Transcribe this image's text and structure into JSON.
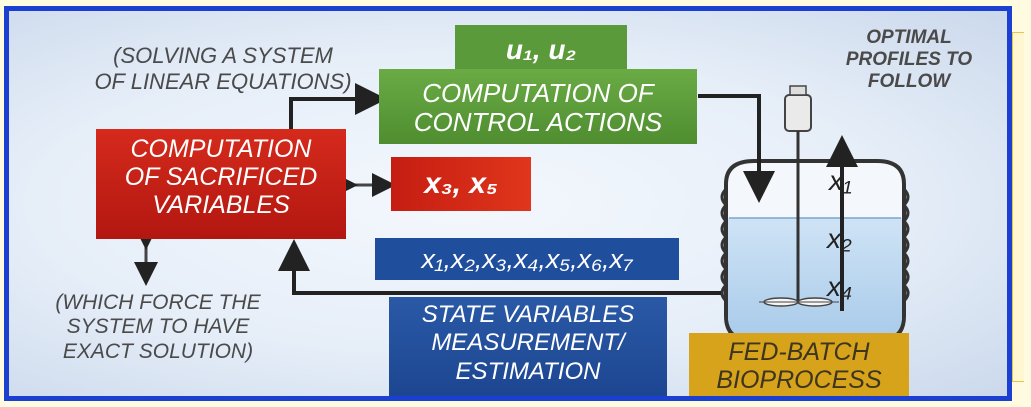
{
  "notes": {
    "solving": "(SOLVING A SYSTEM\nOF LINEAR EQUATIONS)",
    "which_force": "(WHICH FORCE THE\nSYSTEM TO HAVE\nEXACT SOLUTION)",
    "optimal": "OPTIMAL\nPROFILES TO\nFOLLOW"
  },
  "boxes": {
    "u_title": "u₁, u₂",
    "control": "COMPUTATION OF\nCONTROL ACTIONS",
    "sacrificed": "COMPUTATION\nOF SACRIFICED\nVARIABLES",
    "x35": "x₃, x₅",
    "state_vars": "x₁,x₂,x₃,x₄,x₅,x₆,x₇",
    "measurement": "STATE VARIABLES\nMEASUREMENT/\nESTIMATION",
    "fedbatch": "FED-BATCH\nBIOPROCESS"
  },
  "reactor_labels": {
    "x1": "x₁",
    "x2": "x₂",
    "x4": "x₄"
  },
  "colors": {
    "frame": "#1b3fd0",
    "green": "#5b9a3a",
    "red": "#c81e14",
    "blue": "#1f4e9c",
    "gold": "#d6a31a",
    "liquid": "#bcd8f0"
  }
}
